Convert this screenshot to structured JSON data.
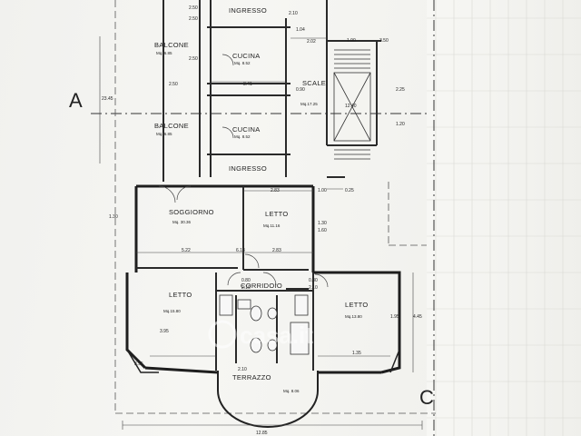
{
  "axis_labels": {
    "a": "A",
    "c": "C"
  },
  "rooms": {
    "ingresso_top": "INGRESSO",
    "balcone_top": "BALCONE",
    "cucina_top": "CUCINA",
    "scale": "SCALE",
    "balcone_mid": "BALCONE",
    "cucina_mid": "CUCINA",
    "ingresso_mid": "INGRESSO",
    "soggiorno": "SOGGIORNO",
    "letto_center": "LETTO",
    "corridoio": "CORRIDOIO",
    "letto_left": "LETTO",
    "letto_right": "LETTO",
    "terrazzo": "TERRAZZO"
  },
  "areas": {
    "balcone_top": "Mq. 6.85",
    "cucina_top": "Mq. 8.52",
    "scale": "Mq.17.25",
    "balcone_mid": "Mq. 6.85",
    "cucina_mid": "Mq. 8.52",
    "soggiorno": "Mq. 30.36",
    "letto_center": "Mq.11.16",
    "letto_left": "Mq.15.80",
    "letto_right": "Mq.13.80",
    "terrazzo": "Mq. 8.06"
  },
  "dimensions": {
    "d1": "2.50",
    "d2": "2.50",
    "d3": "2.50",
    "d4": "2.10",
    "d5": "1.04",
    "d6": "2.02",
    "d7": "1.90",
    "d8": "3.50",
    "d9": "23.45",
    "d10": "2.50",
    "d11": "3.41",
    "d12": "0.90",
    "d13": "2.25",
    "d14": "12.40",
    "d15": "1.20",
    "d16": "2.83",
    "d17": "1.00",
    "d18": "0.25",
    "d19": "1.30",
    "d20": "5.22",
    "d21": "6.18",
    "d22": "2.83",
    "d23": "1.30",
    "d24": "1.60",
    "d25": "0.80",
    "d26": "2.10",
    "d27": "0.80",
    "d28": "2.10",
    "d29": "3.95",
    "d30": "1.95",
    "d31": "4.45",
    "d32": "12.85",
    "d33": "3.95",
    "d34": "1.35",
    "d35": "2.10"
  },
  "watermark": "casa.it"
}
